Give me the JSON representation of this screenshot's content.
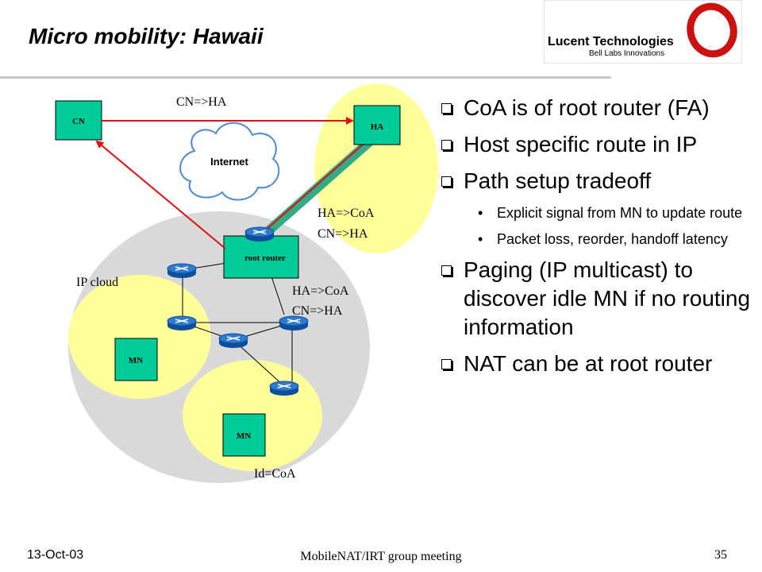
{
  "slide": {
    "title": "Micro mobility: Hawaii",
    "logo": {
      "company": "Lucent Technologies",
      "tagline": "Bell Labs Innovations"
    }
  },
  "diagram": {
    "nodes": {
      "cn": "CN",
      "ha": "HA",
      "internet": "Internet",
      "root_router": "root router",
      "mn1": "MN",
      "mn2": "MN"
    },
    "labels": {
      "cn_to_ha": "CN=>HA",
      "ha_to_coa_1": "HA=>CoA",
      "cn_to_ha_1": "CN=>HA",
      "ip_cloud": "IP cloud",
      "ha_to_coa_2": "HA=>CoA",
      "cn_to_ha_2": "CN=>HA",
      "id_coa": "Id=CoA"
    },
    "colors": {
      "node_fill": "#00cc99",
      "yellow": "#ffff99",
      "gray_cloud": "#d9d9d9",
      "arrow_red": "#e01010",
      "tunnel_green": "#33aa88"
    }
  },
  "bullets": [
    {
      "text": "CoA is of root router (FA)"
    },
    {
      "text": "Host specific route in IP"
    },
    {
      "text": "Path setup tradeoff",
      "subs": [
        {
          "text": "Explicit signal from MN to update route"
        },
        {
          "text": "Packet loss, reorder, handoff latency"
        }
      ]
    },
    {
      "text": "Paging (IP multicast) to discover idle MN if no routing information"
    },
    {
      "text": "NAT can be at root router"
    }
  ],
  "footer": {
    "date": "13-Oct-03",
    "center": "MobileNAT/IRT group meeting",
    "page": "35"
  }
}
